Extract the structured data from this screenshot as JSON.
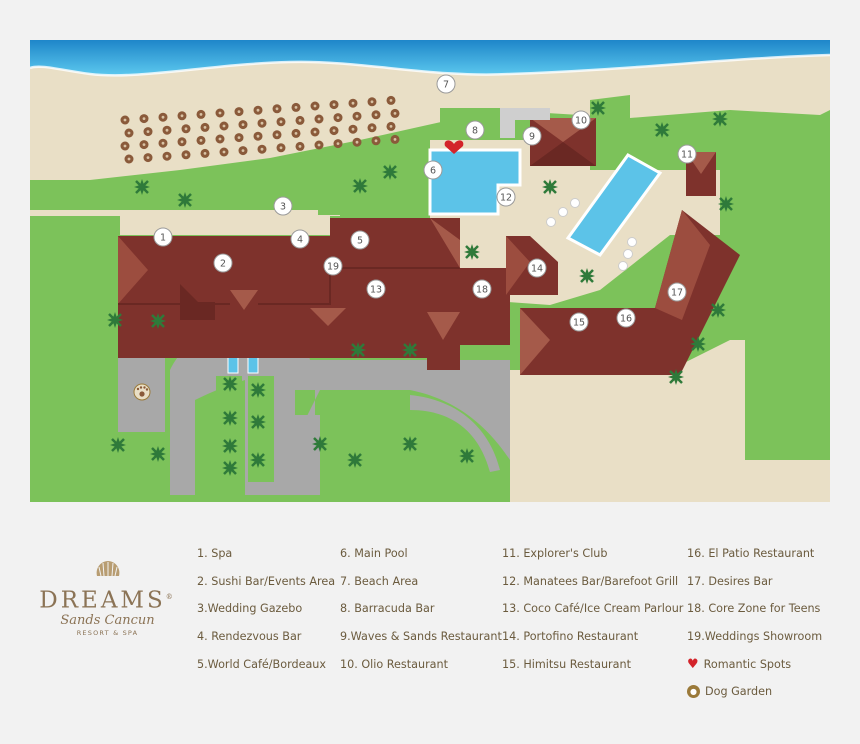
{
  "logo": {
    "brand": "DREAMS",
    "registered": "®",
    "subtitle": "Sands Cancun",
    "tagline": "RESORT & SPA"
  },
  "markers": [
    "1",
    "2",
    "3",
    "4",
    "5",
    "6",
    "7",
    "8",
    "9",
    "10",
    "11",
    "12",
    "13",
    "14",
    "15",
    "16",
    "17",
    "18",
    "19"
  ],
  "legend": {
    "col1": [
      "1. Spa",
      "2. Sushi Bar/Events Area",
      "3.Wedding Gazebo",
      "4. Rendezvous Bar",
      "5.World Café/Bordeaux"
    ],
    "col2": [
      "6. Main Pool",
      "7. Beach Area",
      "8. Barracuda Bar",
      "9.Waves & Sands Restaurant",
      "10. Olio Restaurant"
    ],
    "col3": [
      "11. Explorer's Club",
      "12. Manatees Bar/Barefoot Grill",
      "13. Coco Café/Ice Cream Parlour",
      "14. Portofino Restaurant",
      "15. Himitsu Restaurant"
    ],
    "col4": [
      "16. El Patio Restaurant",
      "17. Desires Bar",
      "18. Core Zone for Teens",
      "19.Weddings Showroom"
    ],
    "romantic": "Romantic Spots",
    "dog": "Dog Garden"
  },
  "colors": {
    "ocean": "#3aa7dc",
    "sand": "#e9dfc6",
    "grass": "#7cc25a",
    "roof": "#7e322c",
    "pool": "#5cc3e8",
    "pavement": "#a8a8a8",
    "text": "#6b5b3e",
    "heart": "#d3232a"
  }
}
